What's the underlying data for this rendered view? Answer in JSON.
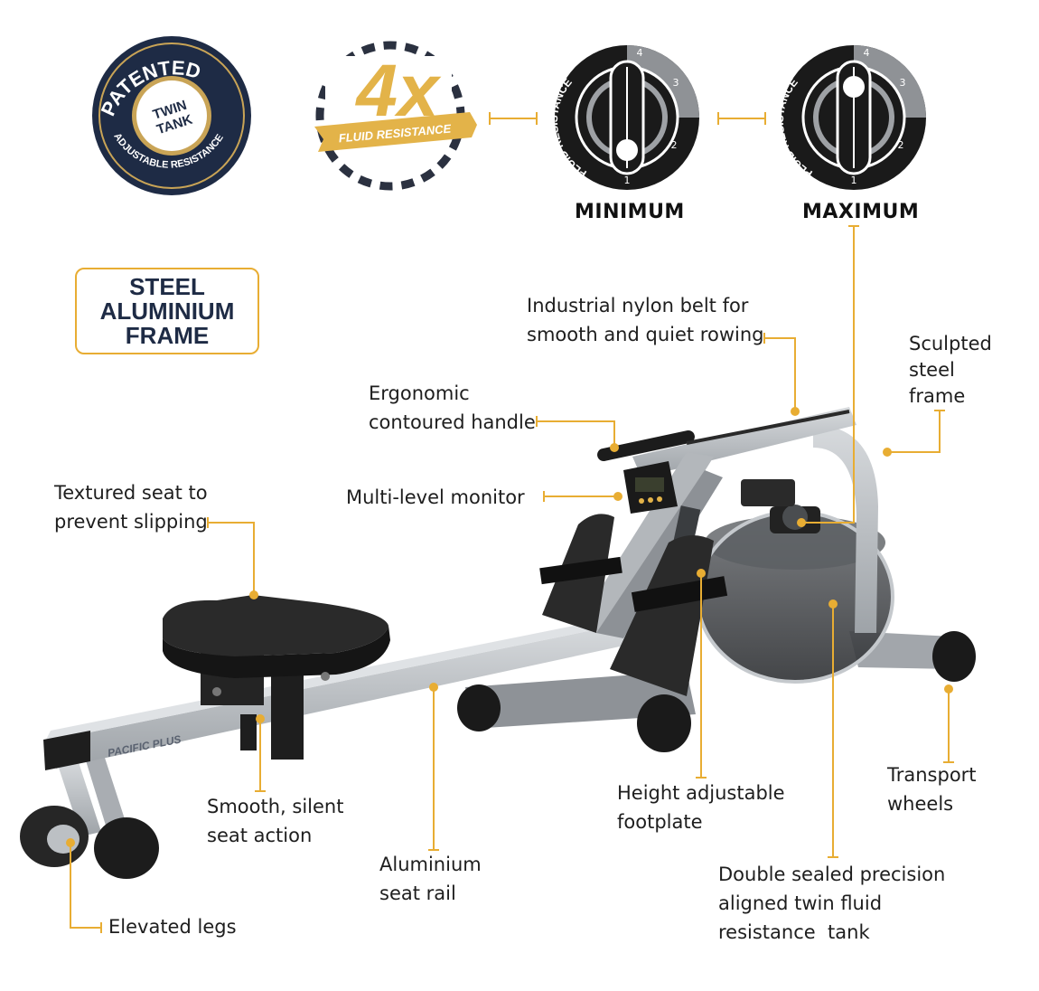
{
  "badge": {
    "top_text": "PATENTED",
    "center_line1": "TWIN",
    "center_line2": "TANK",
    "bottom_text": "ADJUSTABLE RESISTANCE"
  },
  "fluid_badge": {
    "big": "4x",
    "ribbon": "FLUID RESISTANCE"
  },
  "dials": {
    "ring_text": "FLUID RESISTANCE",
    "min_caption": "MINIMUM",
    "max_caption": "MAXIMUM",
    "numbers": [
      "1",
      "2",
      "3",
      "4"
    ]
  },
  "frame_box": {
    "line1": "STEEL",
    "line2": "ALUMINIUM",
    "line3": "FRAME"
  },
  "machine": {
    "brand": "PACIFIC PLUS"
  },
  "callouts": {
    "belt": [
      "Industrial nylon belt for",
      "smooth and quiet rowing"
    ],
    "sculpted": [
      "Sculpted",
      "steel",
      "frame"
    ],
    "handle": [
      "Ergonomic",
      "contoured handle"
    ],
    "monitor": [
      "Multi-level monitor"
    ],
    "seat": [
      "Textured seat to",
      "prevent slipping"
    ],
    "seat_action": [
      "Smooth, silent",
      "seat action"
    ],
    "rail": [
      "Aluminium",
      "seat rail"
    ],
    "footplate": [
      "Height adjustable",
      "footplate"
    ],
    "wheels": [
      "Transport",
      "wheels"
    ],
    "tank": [
      "Double sealed precision",
      "aligned twin fluid",
      "resistance  tank"
    ],
    "legs": [
      "Elevated legs"
    ]
  },
  "colors": {
    "accent": "#e8ad33",
    "navy": "#1e2b45",
    "gold": "#c9a456",
    "metal": "#b9bdc2",
    "black": "#1a1a1a"
  }
}
